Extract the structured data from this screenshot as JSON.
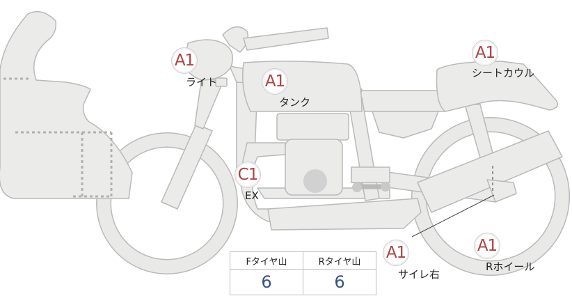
{
  "markers": [
    {
      "id": "light",
      "code": "A1",
      "label": "ライト"
    },
    {
      "id": "tank",
      "code": "A1",
      "label": "タンク"
    },
    {
      "id": "seat-cowl",
      "code": "A1",
      "label": "シートカウル"
    },
    {
      "id": "exhaust",
      "code": "C1",
      "label": "EX"
    },
    {
      "id": "silencer-right",
      "code": "A1",
      "label": "サイレ右"
    },
    {
      "id": "rear-wheel",
      "code": "A1",
      "label": "Rホイール"
    }
  ],
  "tire_tread": {
    "front_label": "Fタイヤ山",
    "rear_label": "Rタイヤ山",
    "front_value": "6",
    "rear_value": "6"
  },
  "colors": {
    "body_fill": "#ebebea",
    "outline": "#b9b9b9",
    "badge_text": "#b0423f",
    "value_text": "#33508a"
  }
}
